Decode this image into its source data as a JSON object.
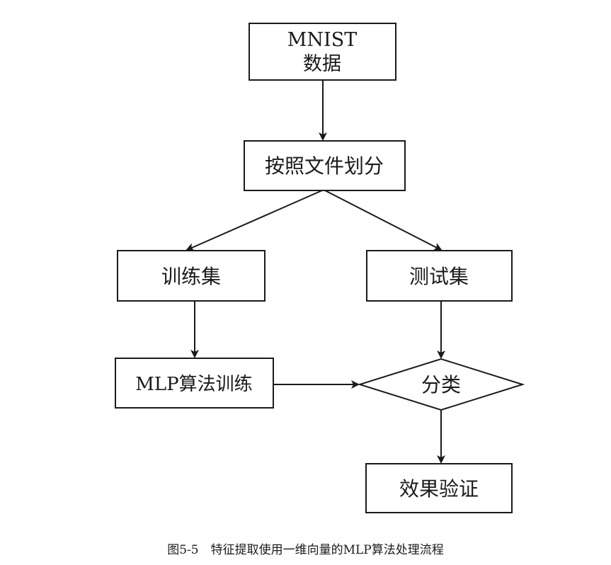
{
  "nodes": {
    "mnist": {
      "line1": "MNIST",
      "line2": "数据"
    },
    "split": {
      "label": "按照文件划分"
    },
    "train": {
      "label": "训练集"
    },
    "test": {
      "label": "测试集"
    },
    "mlp": {
      "label": "MLP算法训练"
    },
    "classify": {
      "label": "分类"
    },
    "verify": {
      "label": "效果验证"
    }
  },
  "caption": "图5-5　特征提取使用一维向量的MLP算法处理流程",
  "colors": {
    "stroke": "#1a1a1a",
    "background": "#ffffff"
  }
}
